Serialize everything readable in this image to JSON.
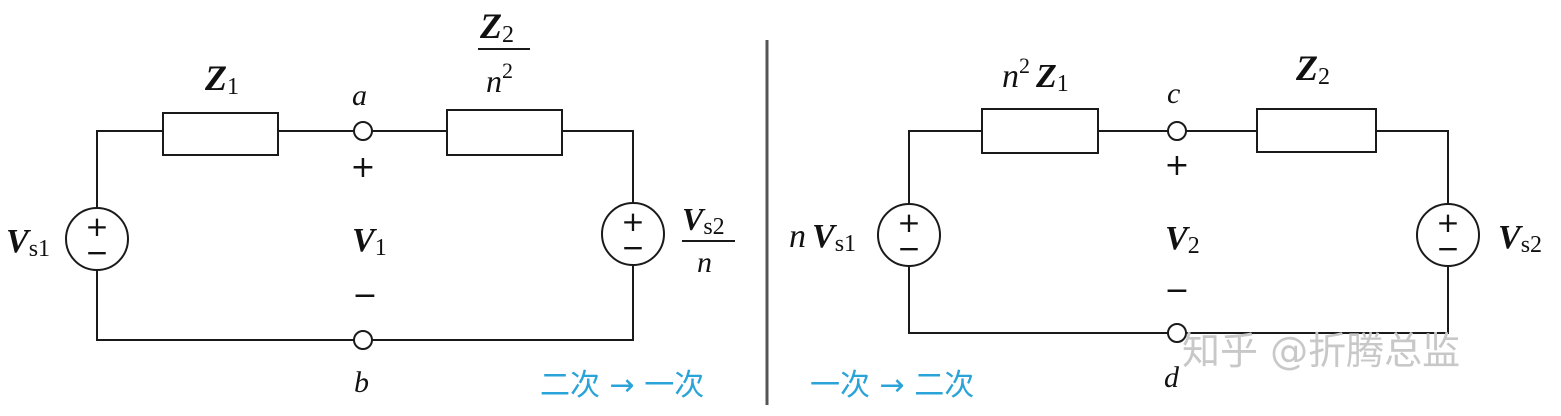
{
  "left": {
    "Z1_main": "Z",
    "Z1_sub": "1",
    "Z2_main": "Z",
    "Z2_sub": "2",
    "n": "n",
    "sq": "2",
    "node_top": "a",
    "node_bottom": "b",
    "plus": "+",
    "minus": "−",
    "V1_main": "V",
    "V1_sub": "1",
    "Vs1_main": "V",
    "Vs1_sub": "s1",
    "Vs2_main": "V",
    "Vs2_sub": "s2",
    "src_plus": "+",
    "src_minus": "−",
    "caption": "二次 → 一次"
  },
  "right": {
    "n": "n",
    "sq": "2",
    "Z1_main": "Z",
    "Z1_sub": "1",
    "Z2_main": "Z",
    "Z2_sub": "2",
    "node_top": "c",
    "node_bottom": "d",
    "plus": "+",
    "minus": "−",
    "V2_main": "V",
    "V2_sub": "2",
    "nVs1_n": "n",
    "Vs1_main": "V",
    "Vs1_sub": "s1",
    "Vs2_main": "V",
    "Vs2_sub": "s2",
    "src_plus": "+",
    "src_minus": "−",
    "caption": "一次 → 二次"
  },
  "watermark": "知乎 @折腾总监",
  "colors": {
    "caption": "#29a3d8",
    "ink": "#111111",
    "divider": "#555555",
    "watermark": "#c8c8c8"
  }
}
